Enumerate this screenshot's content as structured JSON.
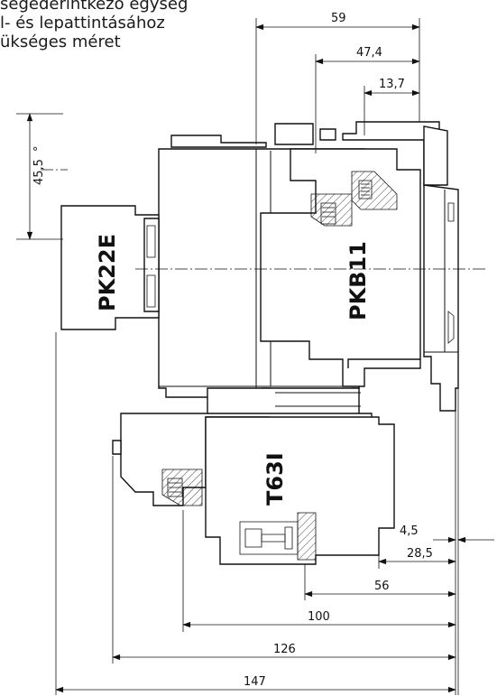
{
  "caption": [
    "segédérintkező egység",
    "l- és lepattintásához",
    "ükséges méret"
  ],
  "modules": {
    "left": "PK22E",
    "right": "PKB11",
    "bottom": "T63I"
  },
  "dimensions": {
    "d59": "59",
    "d47_4": "47,4",
    "d13_7": "13,7",
    "d45_5": "45,5",
    "deg_mark": "°",
    "d4_5": "4,5",
    "d28_5": "28,5",
    "d56": "56",
    "d100": "100",
    "d126": "126",
    "d147": "147"
  }
}
